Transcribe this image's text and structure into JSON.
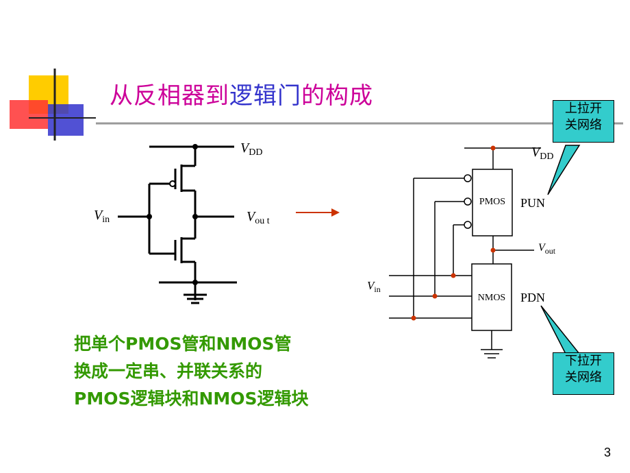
{
  "title": {
    "part1": "从反相器到",
    "part2": "逻辑门",
    "part3": "的构成"
  },
  "inverter": {
    "vdd_main": "V",
    "vdd_sub": "DD",
    "vin_main": "V",
    "vin_sub": "in",
    "vout_main": "V",
    "vout_sub": "ou t"
  },
  "network": {
    "vdd_main": "V",
    "vdd_sub": "DD",
    "vin_main": "V",
    "vin_sub": "in",
    "vout_main": "V",
    "vout_sub": "out",
    "pmos_label": "PMOS",
    "nmos_label": "NMOS",
    "pun_label": "PUN",
    "pdn_label": "PDN"
  },
  "callouts": {
    "pullup": [
      "上拉开",
      "关网络"
    ],
    "pulldown": [
      "下拉开",
      "关网络"
    ]
  },
  "body_text": [
    "把单个PMOS管和NMOS管",
    "换成一定串、并联关系的",
    "PMOS逻辑块和NMOS逻辑块"
  ],
  "page_number": "3",
  "colors": {
    "title": "#cc0099",
    "title_accent": "#3333cc",
    "body": "#339900",
    "callout_fill": "#33cccc",
    "arrow": "#cc3300"
  }
}
